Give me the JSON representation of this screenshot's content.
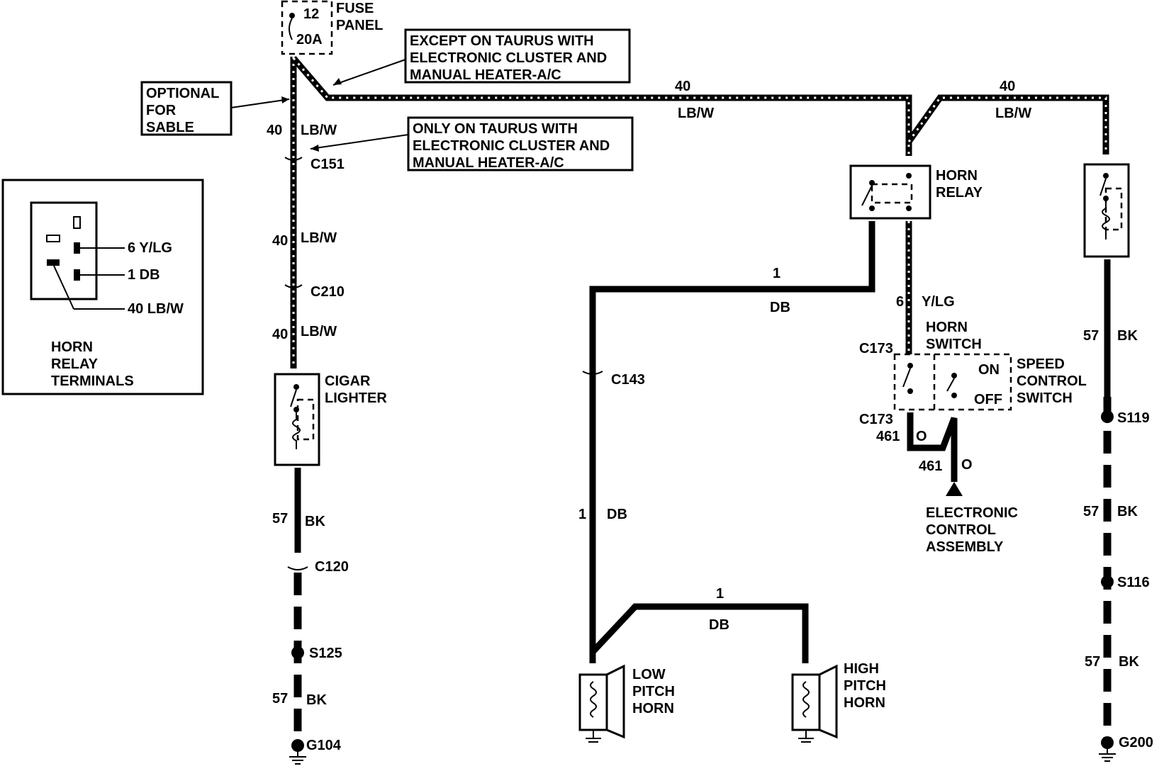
{
  "fuse": {
    "number": "12",
    "rating": "20A",
    "panel_line1": "FUSE",
    "panel_line2": "PANEL"
  },
  "notes": {
    "except": [
      "EXCEPT ON TAURUS WITH",
      "ELECTRONIC CLUSTER AND",
      "MANUAL HEATER-A/C"
    ],
    "only": [
      "ONLY ON TAURUS WITH",
      "ELECTRONIC CLUSTER AND",
      "MANUAL HEATER-A/C"
    ],
    "optional": [
      "OPTIONAL",
      "FOR",
      "SABLE"
    ]
  },
  "terminals_inset": {
    "title": [
      "HORN",
      "RELAY",
      "TERMINALS"
    ],
    "pins": [
      "6 Y/LG",
      "1 DB",
      "40 LB/W"
    ]
  },
  "left_circuit": {
    "wire_num": "40",
    "wire_color": "LB/W",
    "connectors": [
      "C151",
      "C210",
      "C120"
    ],
    "component": [
      "CIGAR",
      "LIGHTER"
    ],
    "ground_wire_num": "57",
    "ground_wire_color": "BK",
    "splice": "S125",
    "ground": "G104"
  },
  "top_wire": {
    "num": "40",
    "color": "LB/W"
  },
  "right_top_wire": {
    "num": "40",
    "color": "LB/W"
  },
  "horn_relay": [
    "HORN",
    "RELAY"
  ],
  "relay_db": {
    "num": "1",
    "color": "DB",
    "connector": "C143"
  },
  "horn_feed": {
    "num": "1",
    "color": "DB"
  },
  "horn_switch": {
    "wire_num": "6",
    "wire_color": "Y/LG",
    "label": [
      "HORN",
      "SWITCH"
    ],
    "connector": "C173",
    "speed_label": [
      "SPEED",
      "CONTROL",
      "SWITCH"
    ],
    "on": "ON",
    "off": "OFF",
    "orange_num": "461",
    "orange_color": "O",
    "eca": [
      "ELECTRONIC",
      "CONTROL",
      "ASSEMBLY"
    ]
  },
  "horns": {
    "low": [
      "LOW",
      "PITCH",
      "HORN"
    ],
    "high": [
      "HIGH",
      "PITCH",
      "HORN"
    ]
  },
  "right_circuit": {
    "wire_num": "57",
    "wire_color": "BK",
    "splices": [
      "S119",
      "S116"
    ],
    "ground": "G200"
  }
}
